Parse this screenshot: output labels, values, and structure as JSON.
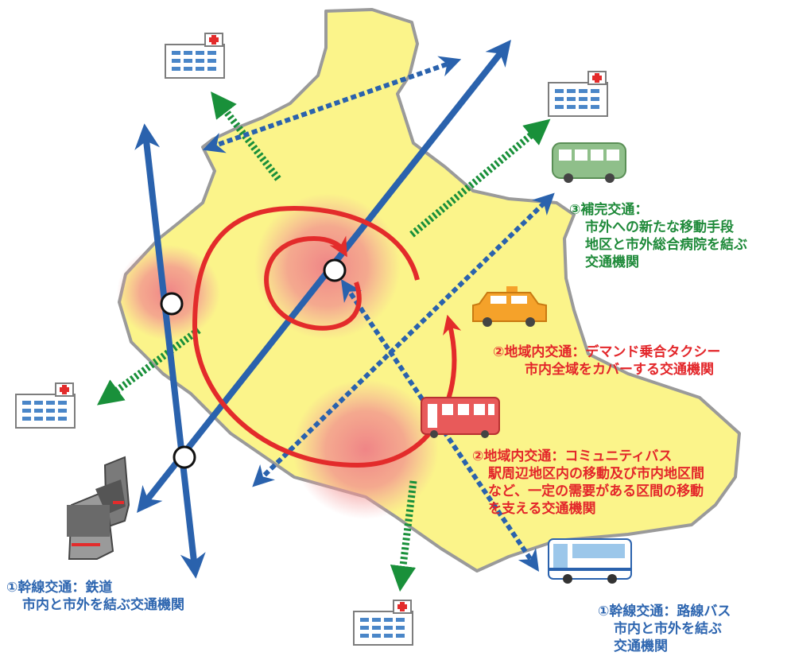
{
  "colors": {
    "area_fill": "#fbf48a",
    "area_stroke": "#9a9a9a",
    "trunk": "#2a62ad",
    "community": "#e32b2b",
    "complement": "#19903a",
    "hotspot": "#f08a8a"
  },
  "labels": {
    "complement": {
      "color": "#1f8a3a",
      "title": "③補完交通：",
      "line1": "市外への新たな移動手段",
      "line2": "地区と市外総合病院を結ぶ",
      "line3": "交通機関"
    },
    "demand_taxi": {
      "color": "#e3262a",
      "title": "②地域内交通：デマンド乗合タクシー",
      "line1": "市内全域をカバーする交通機関"
    },
    "community_bus": {
      "color": "#e3262a",
      "title": "②地域内交通：コミュニティバス",
      "line1": "駅周辺地区内の移動及び市内地区間",
      "line2": "など、一定の需要がある区間の移動",
      "line3": "を支える交通機関"
    },
    "railway": {
      "color": "#2e66b0",
      "title": "①幹線交通：鉄道",
      "line1": "市内と市外を結ぶ交通機関"
    },
    "route_bus": {
      "color": "#2e66b0",
      "title": "①幹線交通：路線バス",
      "line1": "市内と市外を結ぶ",
      "line2": "交通機関"
    }
  },
  "icons": [
    "hospital-icon",
    "minibus-icon",
    "taxi-icon",
    "community-bus-icon",
    "train-icon",
    "route-bus-icon",
    "station-icon"
  ]
}
